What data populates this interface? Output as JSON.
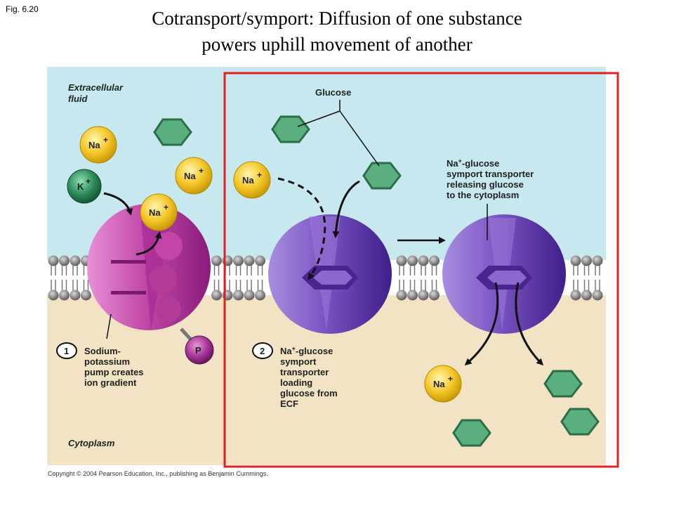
{
  "figure_label": "Fig. 6.20",
  "title_line1": "Cotransport/symport: Diffusion of one substance",
  "title_line2": "powers uphill movement of another",
  "regions": {
    "extracellular": [
      "Extracellular",
      "fluid"
    ],
    "cytoplasm": "Cytoplasm"
  },
  "ions": {
    "na": "Na",
    "k": "K",
    "plus": "+",
    "phosphate": "P"
  },
  "labels": {
    "glucose": "Glucose",
    "step1_number": "1",
    "step1": [
      "Sodium-",
      "potassium",
      "pump creates",
      "ion gradient"
    ],
    "step2_number": "2",
    "step2_line1_prefix": "Na",
    "step2_line1_sup": "+",
    "step2_line1_suffix": "-glucose",
    "step2": [
      "symport",
      "transporter",
      "loading",
      "glucose from",
      "ECF"
    ],
    "releasing_line1_prefix": "Na",
    "releasing_line1_sup": "+",
    "releasing_line1_suffix": "-glucose",
    "releasing": [
      "symport transporter",
      "releasing glucose",
      "to the cytoplasm"
    ]
  },
  "copyright": "Copyright © 2004 Pearson Education, Inc., publishing as Benjamin Cummings.",
  "colors": {
    "extracellular": "#c8e8f0",
    "cytoplasm": "#f2e3c4",
    "pump": "#b8369e",
    "symporter": "#6a3fae",
    "sodium": "#f0c020",
    "potassium": "#2e8c5c",
    "glucose": "#5aaf7e",
    "highlight_box": "#e02020"
  }
}
